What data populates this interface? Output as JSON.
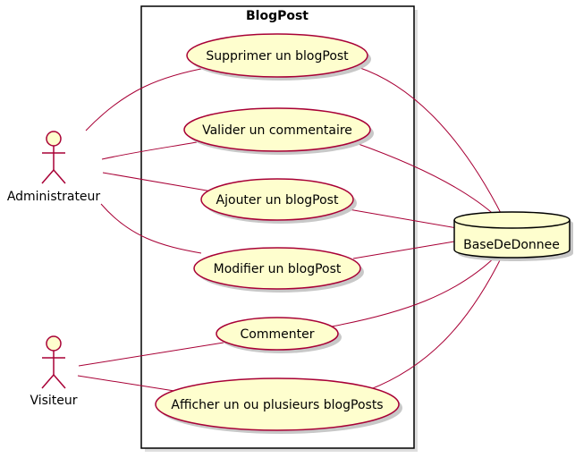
{
  "boundary": {
    "title": "BlogPost"
  },
  "actors": [
    {
      "id": "admin",
      "name": "Administrateur"
    },
    {
      "id": "visitor",
      "name": "Visiteur"
    }
  ],
  "use_cases": [
    {
      "id": "supprimer",
      "label": "Supprimer un blogPost"
    },
    {
      "id": "valider",
      "label": "Valider un commentaire"
    },
    {
      "id": "ajouter",
      "label": "Ajouter un blogPost"
    },
    {
      "id": "modifier",
      "label": "Modifier un blogPost"
    },
    {
      "id": "commenter",
      "label": "Commenter"
    },
    {
      "id": "afficher",
      "label": "Afficher un ou plusieurs blogPosts"
    }
  ],
  "database": {
    "name": "BaseDeDonnee"
  },
  "associations": [
    {
      "from": "admin",
      "to": "supprimer"
    },
    {
      "from": "admin",
      "to": "valider"
    },
    {
      "from": "admin",
      "to": "ajouter"
    },
    {
      "from": "admin",
      "to": "modifier"
    },
    {
      "from": "visitor",
      "to": "commenter"
    },
    {
      "from": "visitor",
      "to": "afficher"
    },
    {
      "from": "supprimer",
      "to": "db"
    },
    {
      "from": "valider",
      "to": "db"
    },
    {
      "from": "ajouter",
      "to": "db"
    },
    {
      "from": "modifier",
      "to": "db"
    },
    {
      "from": "commenter",
      "to": "db"
    },
    {
      "from": "afficher",
      "to": "db"
    }
  ],
  "colors": {
    "line": "#A80036",
    "fill": "#FEFECE",
    "boundary": "#000000",
    "shadow": "#C8C8C8"
  }
}
